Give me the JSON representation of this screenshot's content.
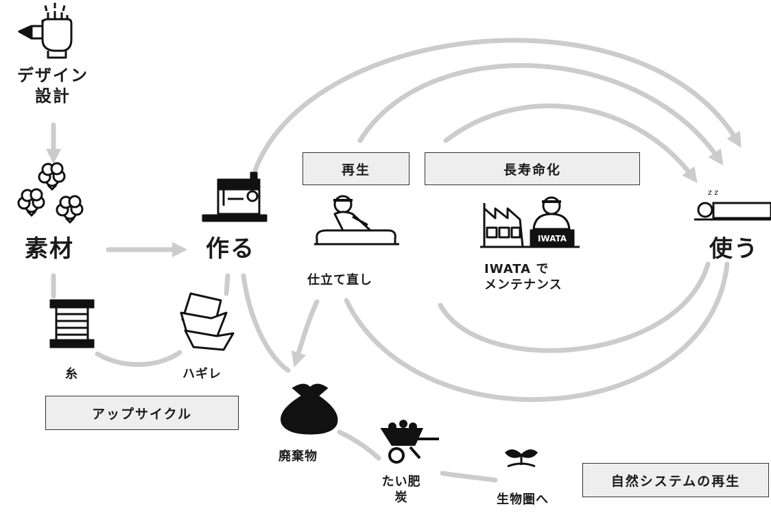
{
  "nodes": {
    "design": {
      "line1": "デザイン",
      "line2": "設計"
    },
    "material": "素材",
    "make": "作る",
    "use": "使う",
    "thread": "糸",
    "scraps": "ハギレ",
    "waste": "廃棄物",
    "compost_line1": "たい肥",
    "compost_line2": "炭",
    "biosphere": "生物圏へ",
    "tailoring": "仕立て直し",
    "maintenance_line1": "IWATA で",
    "maintenance_line2": "メンテナンス"
  },
  "boxes": {
    "upcycle": "アップサイクル",
    "regenerate": "再生",
    "longevity": "長寿命化",
    "natural": "自然システムの再生"
  },
  "icon_text": {
    "factory_sign": "IWATA",
    "zz": "z z"
  },
  "colors": {
    "arrow": "#cccccc",
    "box_bg": "#eeeeee",
    "ink": "#1a1a1a"
  }
}
